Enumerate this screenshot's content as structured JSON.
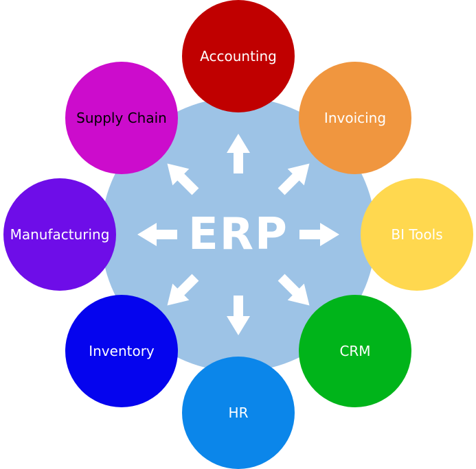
{
  "diagram": {
    "type": "hub-and-spoke",
    "hub": {
      "label": "ERP",
      "color": "#9DC3E6",
      "text_color": "#FFFFFF"
    },
    "nodes": [
      {
        "id": "accounting",
        "label": "Accounting",
        "color": "#C00000",
        "text_color": "#FFFFFF",
        "position": "top"
      },
      {
        "id": "invoicing",
        "label": "Invoicing",
        "color": "#F0963F",
        "text_color": "#FFFFFF",
        "position": "top-right"
      },
      {
        "id": "bi-tools",
        "label": "BI Tools",
        "color": "#FFD84F",
        "text_color": "#FFFFFF",
        "position": "right"
      },
      {
        "id": "crm",
        "label": "CRM",
        "color": "#00B41A",
        "text_color": "#FFFFFF",
        "position": "bottom-right"
      },
      {
        "id": "hr",
        "label": "HR",
        "color": "#0B86EA",
        "text_color": "#FFFFFF",
        "position": "bottom"
      },
      {
        "id": "inventory",
        "label": "Inventory",
        "color": "#0504EE",
        "text_color": "#FFFFFF",
        "position": "bottom-left"
      },
      {
        "id": "manufacturing",
        "label": "Manufacturing",
        "color": "#6E0DE8",
        "text_color": "#FFFFFF",
        "position": "left"
      },
      {
        "id": "supply-chain",
        "label": "Supply Chain",
        "color": "#CC0CCC",
        "text_color": "#000000",
        "position": "top-left"
      }
    ],
    "arrows": {
      "color": "#FFFFFF",
      "icons": [
        "arrow-up-icon",
        "arrow-up-right-icon",
        "arrow-right-icon",
        "arrow-down-right-icon",
        "arrow-down-icon",
        "arrow-down-left-icon",
        "arrow-left-icon",
        "arrow-up-left-icon"
      ]
    }
  }
}
